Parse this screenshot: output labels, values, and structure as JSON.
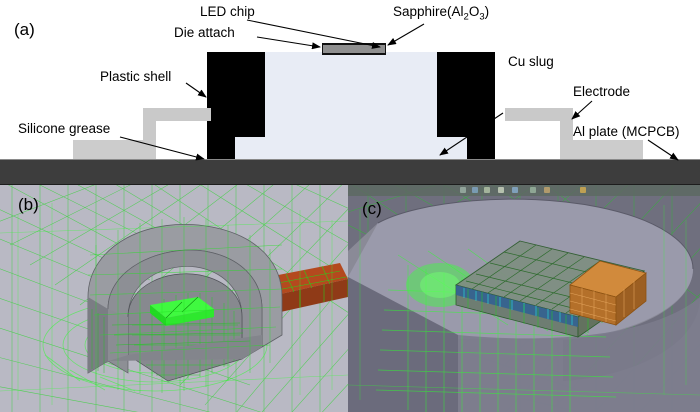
{
  "figure": {
    "panels": [
      {
        "tag": "(a)",
        "name": "cross-section-schematic"
      },
      {
        "tag": "(b)",
        "name": "full-package-mesh"
      },
      {
        "tag": "(c)",
        "name": "led-chip-mesh-closeup"
      }
    ]
  },
  "panel_a": {
    "tag": "(a)",
    "labels": [
      {
        "id": "led_chip",
        "text": "LED chip"
      },
      {
        "id": "die_attach",
        "text": "Die attach"
      },
      {
        "id": "sapphire",
        "text_before": "Sapphire(Al",
        "sub1": "2",
        "text_mid": "O",
        "sub2": "3",
        "text_after": ")"
      },
      {
        "id": "plastic",
        "text": "Plastic shell"
      },
      {
        "id": "cu_slug",
        "text": "Cu slug"
      },
      {
        "id": "electrode",
        "text": "Electrode"
      },
      {
        "id": "al_plate",
        "text": "Al plate (MCPCB)"
      },
      {
        "id": "silicone",
        "text": "Silicone grease"
      }
    ],
    "colors": {
      "cu_slug": "#e8ecf5",
      "plastic_shell": "#000000",
      "electrode": "#c9c9c9",
      "silicone_grease": "#cccccc",
      "al_plate": "#3d3d3d",
      "chip_stack": "#8f8f8f",
      "background": "#ffffff",
      "label_text": "#000000"
    }
  },
  "panel_b": {
    "tag": "(b)",
    "colors": {
      "background": "#b9b9c4",
      "mesh_line": "#00e000",
      "body_fill": "#8f9194",
      "mcpcb_block": "#b4491e"
    }
  },
  "panel_c": {
    "tag": "(c)",
    "colors": {
      "background": "#6f6f7e",
      "mesh_line": "#00e000",
      "slug_top": "#9a9aab",
      "chip_fill": "#7f8f82",
      "chip_edge": "#2c5c2c",
      "electrode_block": "#c87f32",
      "die_attach_band": "#2a4f8a"
    }
  }
}
